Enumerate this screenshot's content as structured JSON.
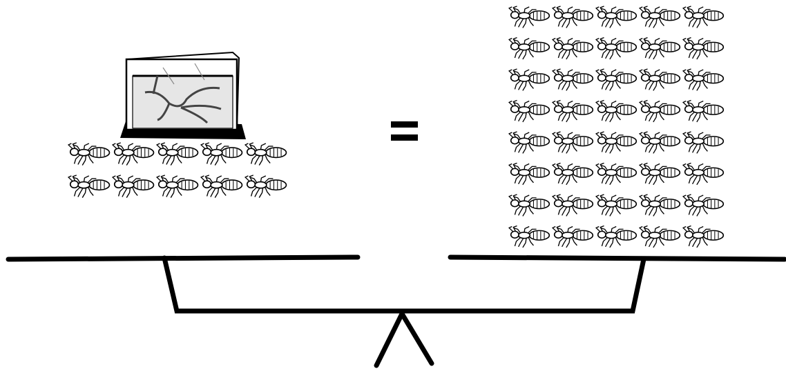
{
  "equation": {
    "symbol": "="
  },
  "left_pan": {
    "items": [
      {
        "kind": "ant-farm",
        "count": 1
      },
      {
        "kind": "ant",
        "count": 10
      }
    ]
  },
  "right_pan": {
    "items": [
      {
        "kind": "ant",
        "count": 40
      }
    ]
  },
  "colors": {
    "ink": "#000000",
    "background": "#ffffff",
    "sand": "#e8e8e8"
  }
}
